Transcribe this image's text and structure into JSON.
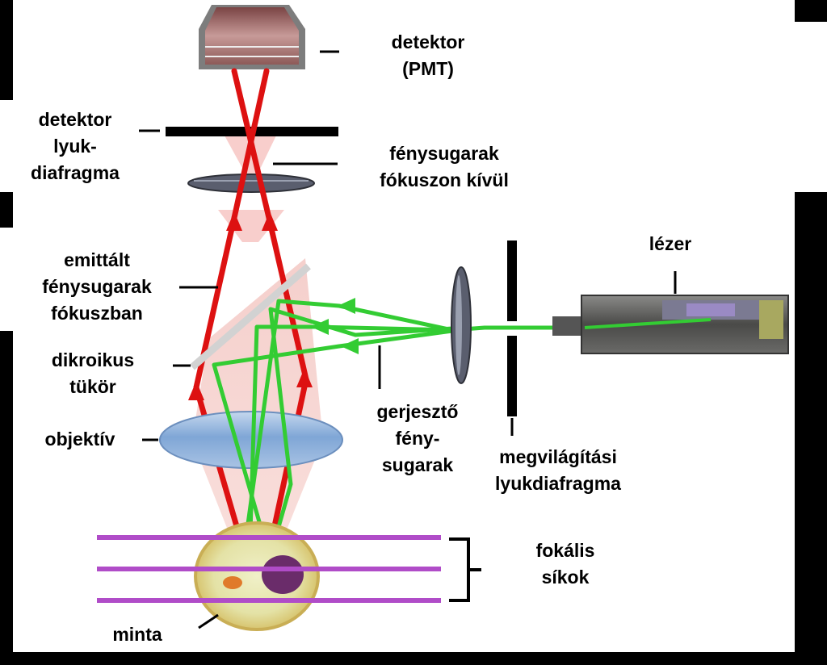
{
  "colors": {
    "background": "#ffffff",
    "frame": "#000000",
    "emission_beam": "#dd1111",
    "excitation_beam": "#33cc33",
    "focal_plane": "#b04cc8",
    "lens": "#5a5e6e",
    "objective": "#8fb4dc",
    "dichroic": "#cfcfcf"
  },
  "labels": {
    "detector": [
      "detektor",
      "(PMT)"
    ],
    "detector_pinhole": [
      "detektor",
      "lyuk-",
      "diafragma"
    ],
    "out_of_focus": [
      "fénysugarak",
      "fókuszon kívül"
    ],
    "emitted_in_focus": [
      "emittált",
      "fénysugarak",
      "fókuszban"
    ],
    "laser": [
      "lézer"
    ],
    "dichroic_mirror": [
      "dikroikus",
      "tükör"
    ],
    "objective": [
      "objektív"
    ],
    "excitation_beams": [
      "gerjesztő",
      "fény-",
      "sugarak"
    ],
    "illumination_pinhole": [
      "megvilágítási",
      "lyukdiafragma"
    ],
    "focal_planes": [
      "fokális",
      "síkok"
    ],
    "sample": [
      "minta"
    ]
  }
}
